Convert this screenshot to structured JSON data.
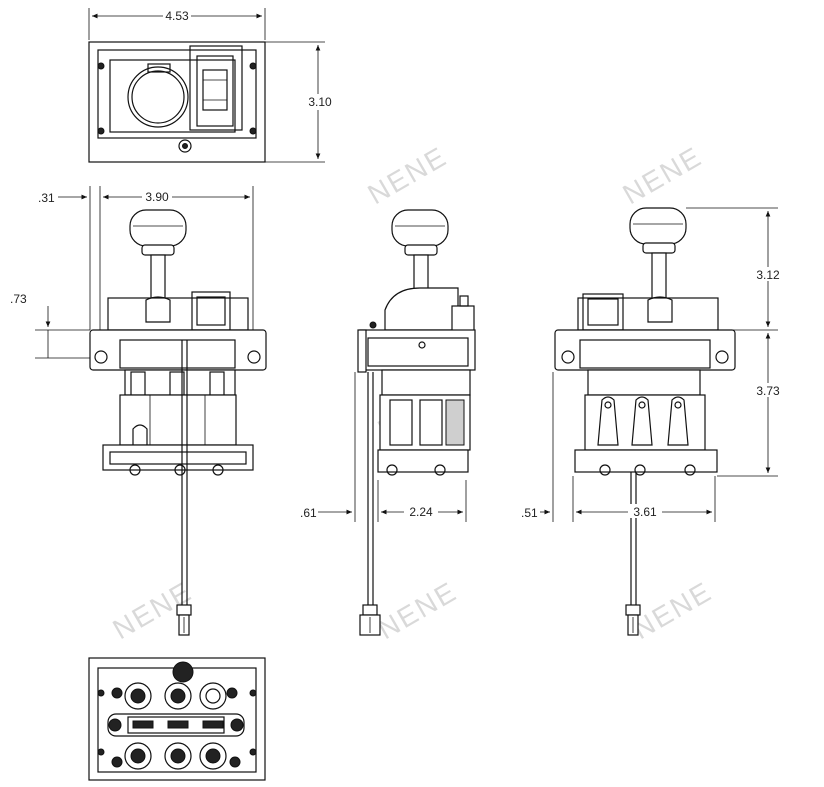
{
  "dimensions": {
    "top_width": "4.53",
    "top_height": "3.10",
    "front_offset": ".31",
    "front_width": "3.90",
    "front_offset_left": ".73",
    "side_offset": ".61",
    "side_width": "2.24",
    "right_offset": ".51",
    "right_width": "3.61",
    "right_upper_height": "3.12",
    "right_lower_height": "3.73"
  },
  "watermark": "NENE"
}
